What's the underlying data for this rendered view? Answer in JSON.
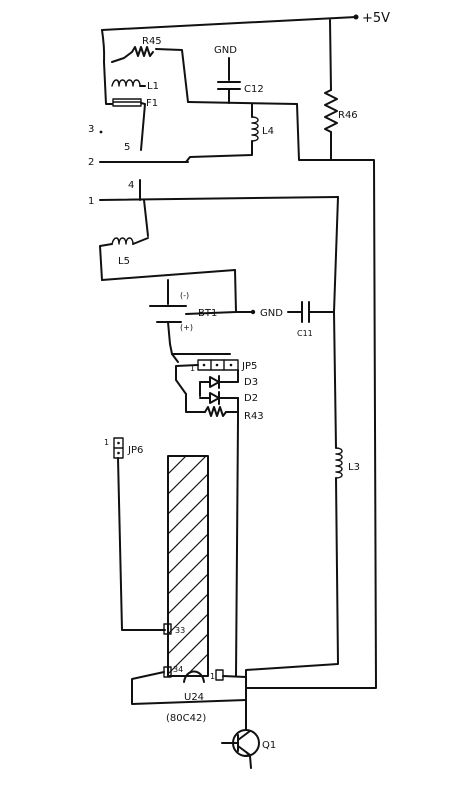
{
  "labels": {
    "vcc": "+5V",
    "r45": "R45",
    "gnd_top": "GND",
    "c12": "C12",
    "l1": "L1",
    "f1": "F1",
    "l4": "L4",
    "r46": "R46",
    "pin3": "3",
    "pin5": "5",
    "pin2": "2",
    "pin1": "1",
    "pin4": "4",
    "l5": "L5",
    "bt1_neg": "(-)",
    "bt1": "BT1",
    "bt1_pos": "(+)",
    "gnd_mid": "GND",
    "c11": "C11",
    "jp5_pin": "1",
    "jp5": "JP5",
    "d3": "D3",
    "d2": "D2",
    "r43": "R43",
    "jp6_pin": "1",
    "jp6": "JP6",
    "l3": "L3",
    "u24_pin33": "33",
    "u24_pin34": "34",
    "u24_pin1": "1",
    "u24": "U24",
    "u24_part": "(80C42)",
    "q1": "Q1"
  }
}
